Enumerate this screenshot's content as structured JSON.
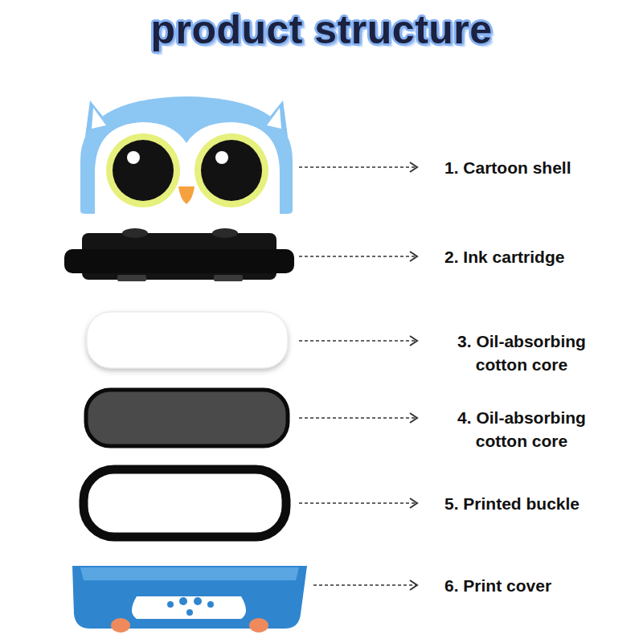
{
  "diagram": {
    "title": "product structure",
    "labels": [
      "1. Cartoon shell",
      "2. Ink cartridge",
      "3. Oil-absorbing cotton core",
      "4. Oil-absorbing cotton core",
      "5. Printed buckle",
      "6. Print cover"
    ]
  }
}
